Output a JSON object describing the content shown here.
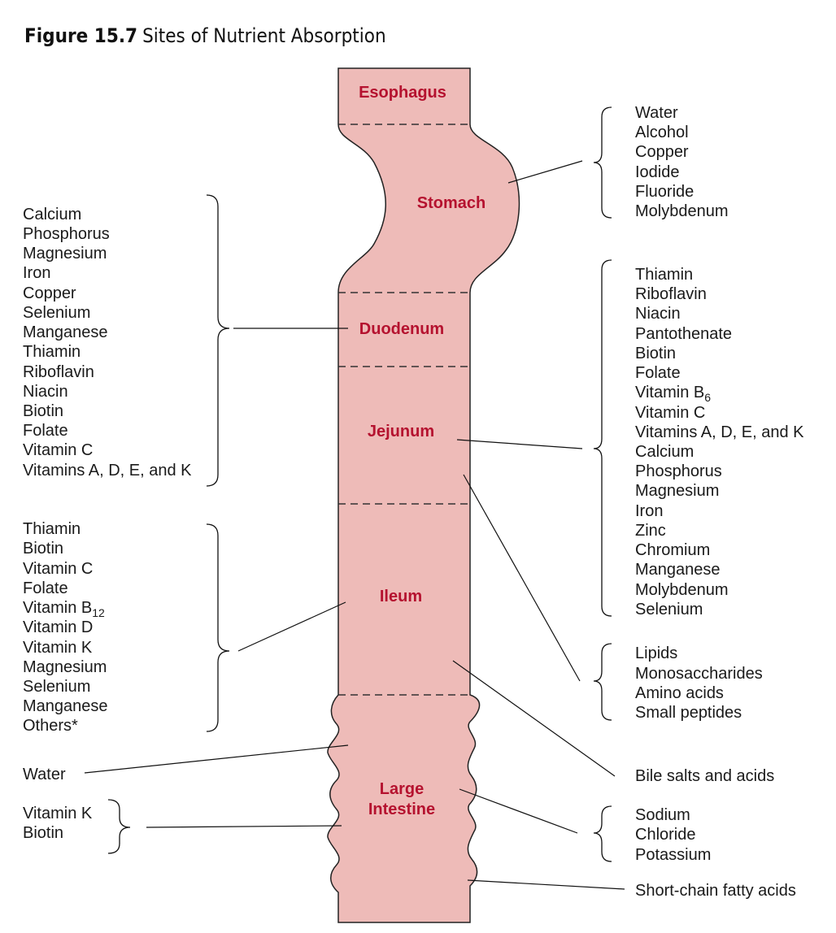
{
  "title": {
    "label": "Figure 15.7",
    "text": "Sites of Nutrient Absorption"
  },
  "organs": {
    "esophagus": "Esophagus",
    "stomach": "Stomach",
    "duodenum": "Duodenum",
    "jejunum": "Jejunum",
    "ileum": "Ileum",
    "large_intestine_1": "Large",
    "large_intestine_2": "Intestine"
  },
  "left_groups": {
    "duodenum": [
      "Calcium",
      "Phosphorus",
      "Magnesium",
      "Iron",
      "Copper",
      "Selenium",
      "Manganese",
      "Thiamin",
      "Riboflavin",
      "Niacin",
      "Biotin",
      "Folate",
      "Vitamin C",
      "Vitamins A, D, E, and K"
    ],
    "ileum": [
      "Thiamin",
      "Biotin",
      "Vitamin C",
      "Folate",
      "Vitamin B",
      "Vitamin D",
      "Vitamin K",
      "Magnesium",
      "Selenium",
      "Manganese",
      "Others*"
    ],
    "ileum_sub": "12",
    "water": "Water",
    "colon": [
      "Vitamin K",
      "Biotin"
    ]
  },
  "right_groups": {
    "stomach": [
      "Water",
      "Alcohol",
      "Copper",
      "Iodide",
      "Fluoride",
      "Molybdenum"
    ],
    "jejunum": [
      "Thiamin",
      "Riboflavin",
      "Niacin",
      "Pantothenate",
      "Biotin",
      "Folate",
      "Vitamin B",
      "Vitamin C",
      "Vitamins A, D, E, and K",
      "Calcium",
      "Phosphorus",
      "Magnesium",
      "Iron",
      "Zinc",
      "Chromium",
      "Manganese",
      "Molybdenum",
      "Selenium"
    ],
    "jejunum_sub": "6",
    "macronutrients": [
      "Lipids",
      "Monosaccharides",
      "Amino acids",
      "Small peptides"
    ],
    "bile": "Bile salts and acids",
    "electrolytes": [
      "Sodium",
      "Chloride",
      "Potassium"
    ],
    "scfa": "Short-chain fatty acids"
  }
}
